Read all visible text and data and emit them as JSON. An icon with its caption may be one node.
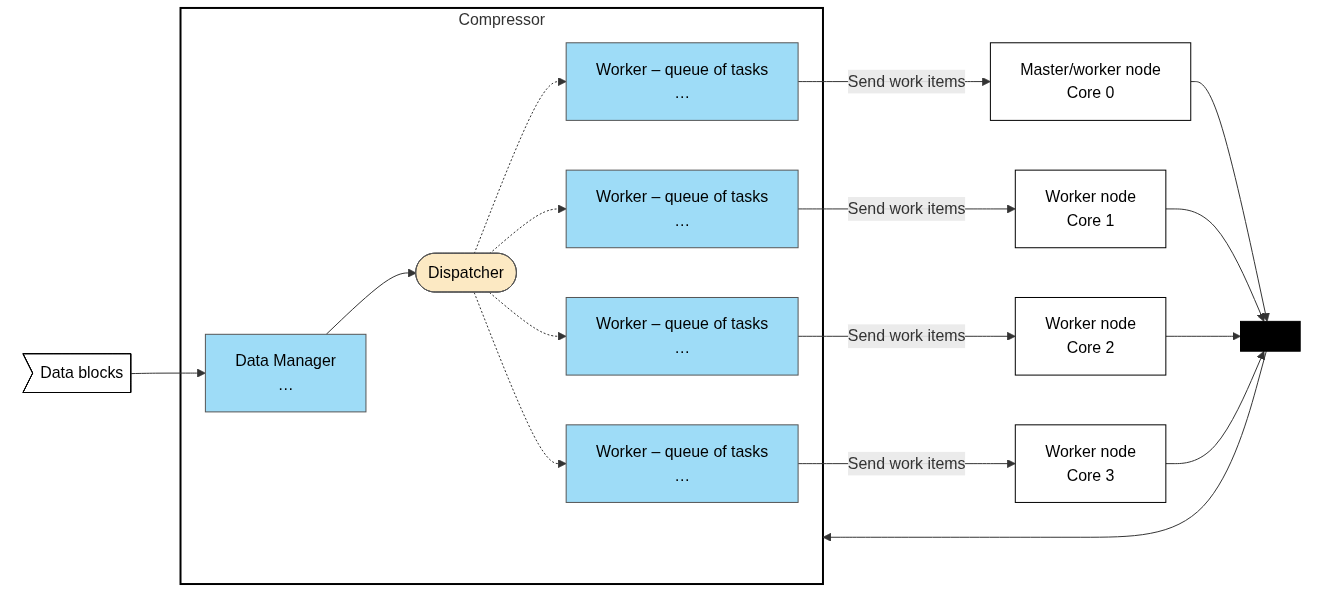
{
  "diagram": {
    "nodes": [
      {
        "text": [
          "Compressor"
        ]
      },
      {
        "text": [
          "Data blocks"
        ]
      },
      {
        "text": [
          "Data Manager",
          "…"
        ],
        "in": 0
      },
      {
        "text": [
          "Dispatcher"
        ],
        "in": 0
      },
      {
        "text": [
          "Worker – queue of tasks",
          "…"
        ],
        "in": 0
      },
      {
        "text": [
          "Worker – queue of tasks",
          "…"
        ],
        "in": 0
      },
      {
        "text": [
          "Worker – queue of tasks",
          "…"
        ],
        "in": 0
      },
      {
        "text": [
          "Worker – queue of tasks",
          "…"
        ],
        "in": 0
      },
      {
        "text": [
          "Master/worker node",
          "Core 0"
        ]
      },
      {
        "text": [
          "Worker node",
          "Core 1"
        ]
      },
      {
        "text": [
          "Worker node",
          "Core 2"
        ]
      },
      {
        "text": [
          "Worker node",
          "Core 3"
        ]
      },
      {
        "text": [],
        "shape": "bar"
      }
    ],
    "edges": [
      {
        "from": 1,
        "to": 2,
        "arrow": "to"
      },
      {
        "from": 2,
        "to": 3,
        "arrow": "to"
      },
      {
        "from": 3,
        "to": 4,
        "arrow": "to",
        "style": "dashed"
      },
      {
        "from": 3,
        "to": 5,
        "arrow": "to",
        "style": "dashed"
      },
      {
        "from": 3,
        "to": 6,
        "arrow": "to",
        "style": "dashed"
      },
      {
        "from": 3,
        "to": 7,
        "arrow": "to",
        "style": "dashed"
      },
      {
        "from": 4,
        "to": 8,
        "arrow": "to",
        "label": "Send work items"
      },
      {
        "from": 5,
        "to": 9,
        "arrow": "to",
        "label": "Send work items"
      },
      {
        "from": 6,
        "to": 10,
        "arrow": "to",
        "label": "Send work items"
      },
      {
        "from": 7,
        "to": 11,
        "arrow": "to",
        "label": "Send work items"
      },
      {
        "from": 8,
        "to": 12,
        "arrow": "to"
      },
      {
        "from": 9,
        "to": 12,
        "arrow": "to"
      },
      {
        "from": 10,
        "to": 12,
        "arrow": "to"
      },
      {
        "from": 11,
        "to": 12,
        "arrow": "to"
      },
      {
        "from": 12,
        "to": 0,
        "arrow": "to"
      }
    ]
  }
}
